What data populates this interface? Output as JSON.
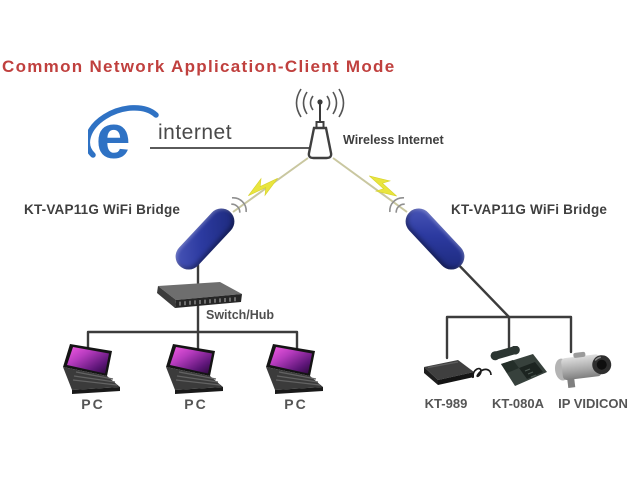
{
  "title": "Common Network Application-Client Mode",
  "colors": {
    "title_red": "#c0403e",
    "bridge_blue": "#2c3aa0",
    "bolt_yellow": "#e9e53e",
    "connector_gray": "#3c3c3c",
    "label_gray": "#555555",
    "ie_blue": "#2f72c4",
    "screen_purple": "#b63bbe"
  },
  "internet": {
    "label": "internet",
    "icon": "ie-logo"
  },
  "access_point": {
    "label": "Wireless Internet",
    "icon": "wireless-antenna"
  },
  "left_branch": {
    "bridge_label": "KT-VAP11G WiFi Bridge",
    "switch_label": "Switch/Hub",
    "pcs": [
      {
        "label": "PC",
        "icon": "laptop"
      },
      {
        "label": "PC",
        "icon": "laptop"
      },
      {
        "label": "PC",
        "icon": "laptop"
      }
    ]
  },
  "right_branch": {
    "bridge_label": "KT-VAP11G WiFi Bridge",
    "devices": [
      {
        "label": "KT-989",
        "icon": "network-adapter-box"
      },
      {
        "label": "KT-080A",
        "icon": "ip-phone"
      },
      {
        "label": "IP VIDICON",
        "icon": "cctv-camera"
      }
    ]
  }
}
